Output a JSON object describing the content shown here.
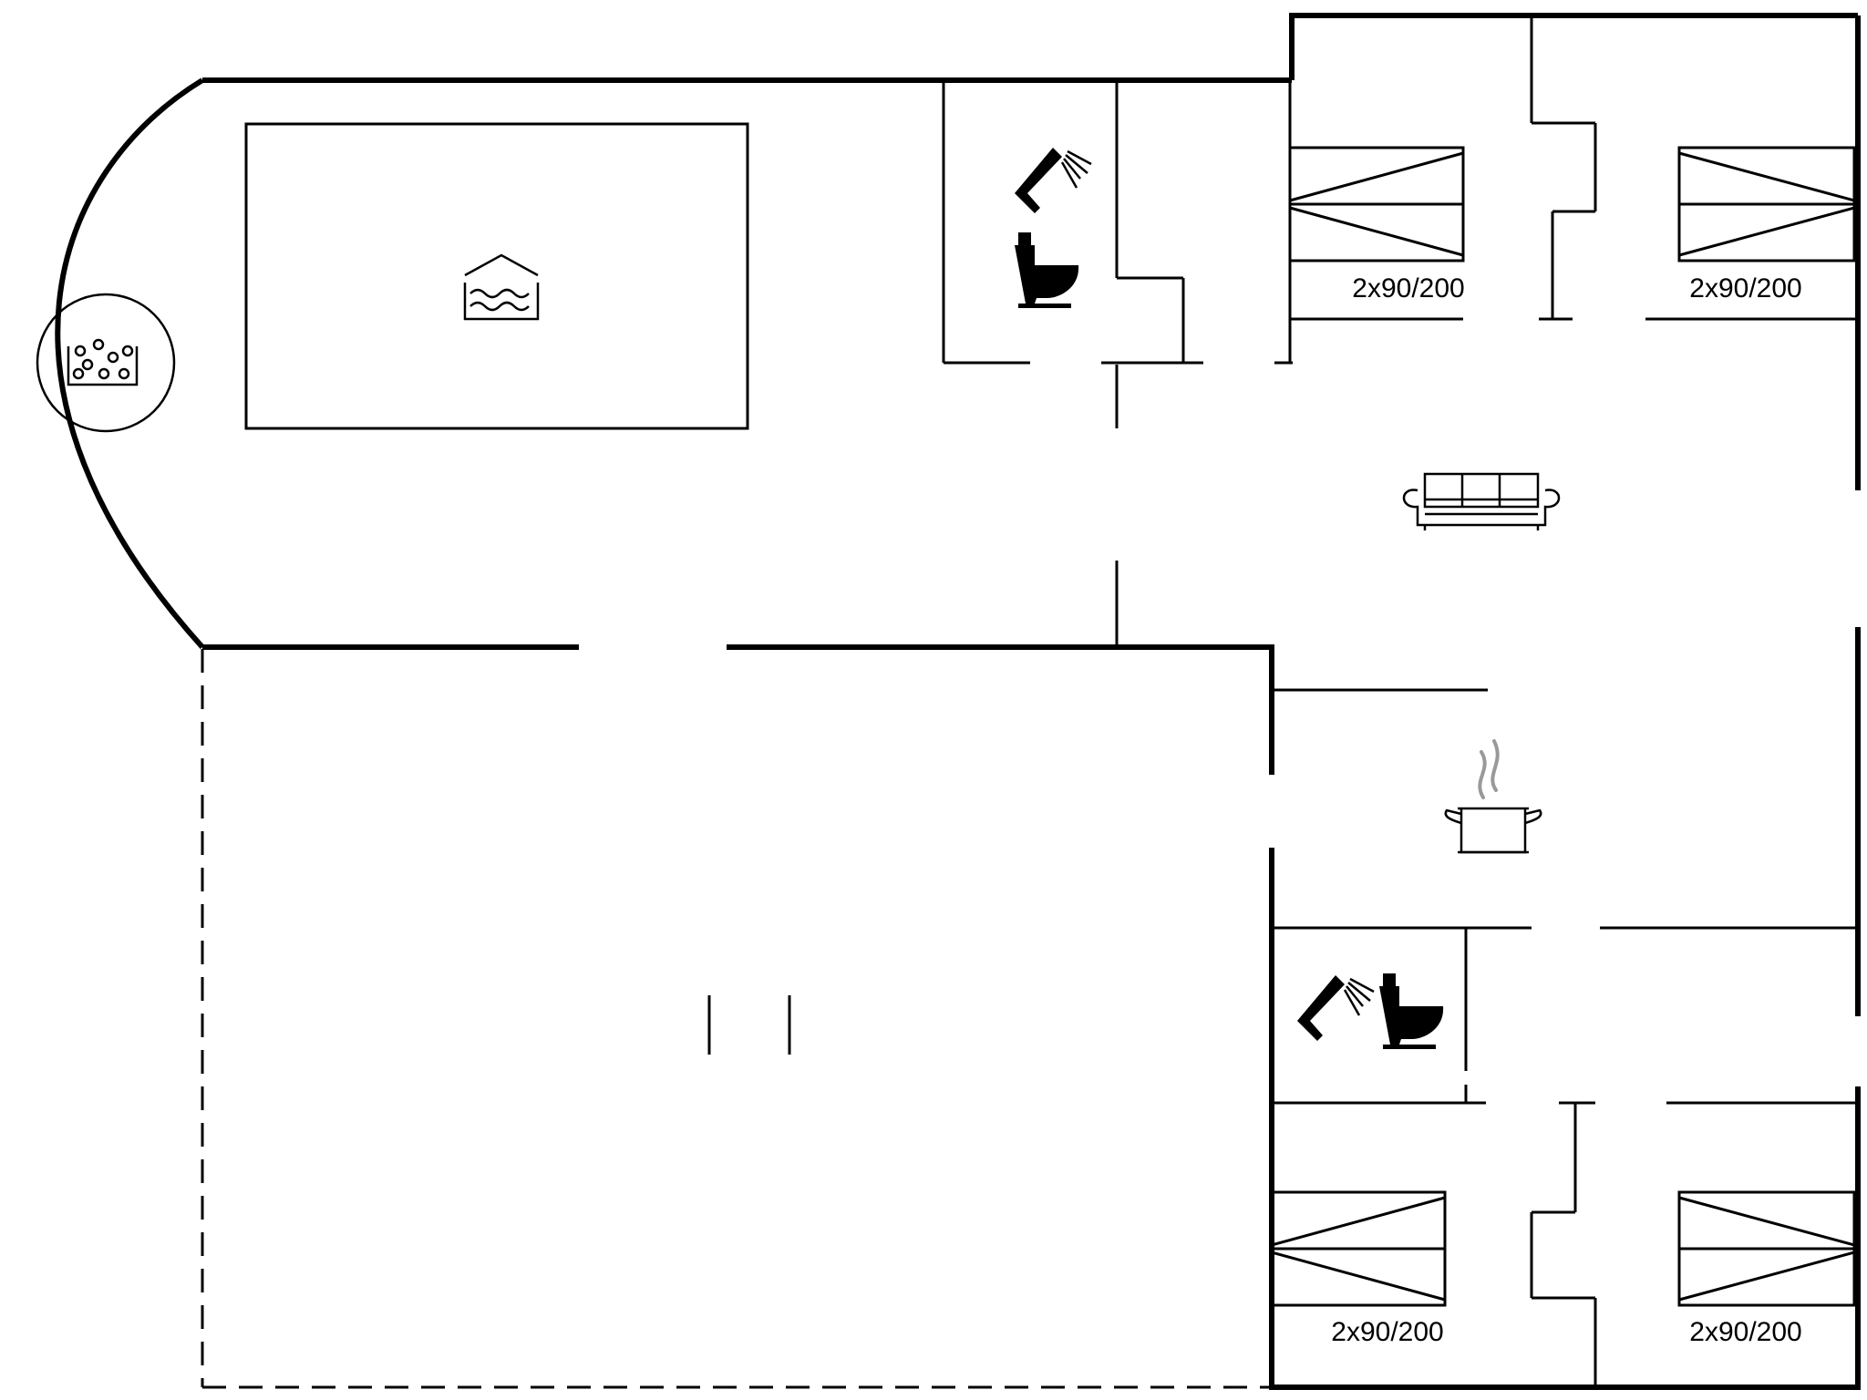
{
  "plan": {
    "beds": [
      {
        "label": "2x90/200"
      },
      {
        "label": "2x90/200"
      },
      {
        "label": "2x90/200"
      },
      {
        "label": "2x90/200"
      }
    ]
  }
}
